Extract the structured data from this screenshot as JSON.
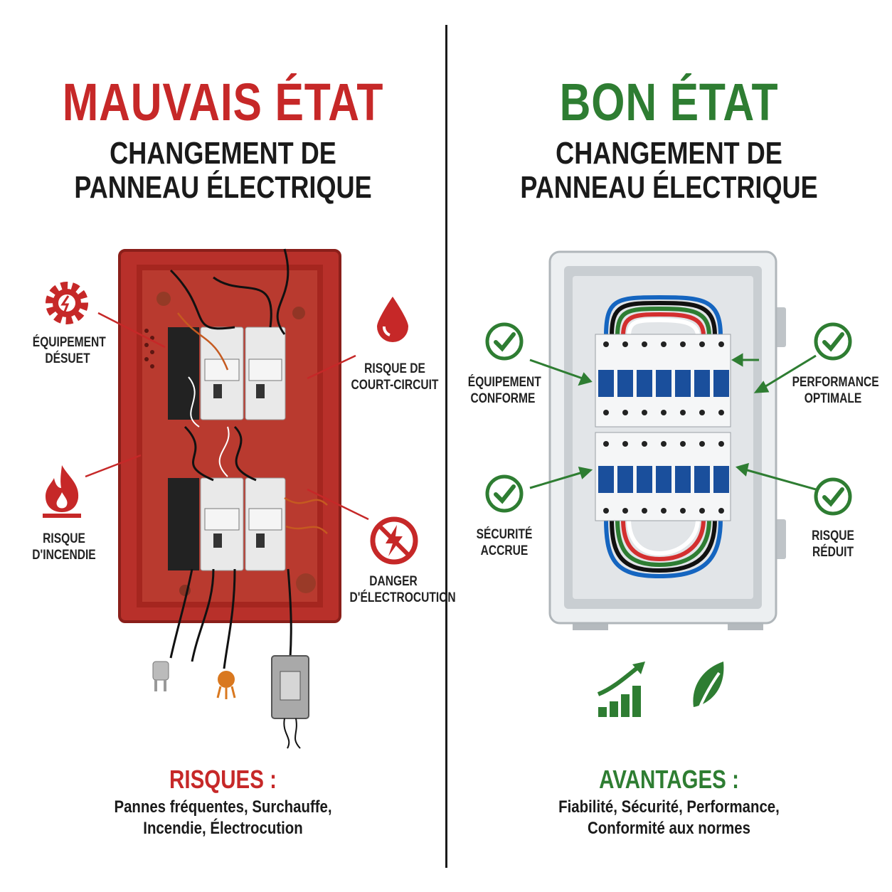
{
  "left": {
    "title": "MAUVAIS ÉTAT",
    "subtitle_line1": "CHANGEMENT DE",
    "subtitle_line2": "PANNEAU ÉLECTRIQUE",
    "callouts": [
      {
        "line1": "ÉQUIPEMENT",
        "line2": "DÉSUET",
        "icon": "gear-warning-icon"
      },
      {
        "line1": "RISQUE DE",
        "line2": "COURT-CIRCUIT",
        "icon": "drop-icon"
      },
      {
        "line1": "RISQUE",
        "line2": "D'INCENDIE",
        "icon": "fire-icon"
      },
      {
        "line1": "DANGER",
        "line2": "D'ÉLECTROCUTION",
        "icon": "no-electricity-icon"
      }
    ],
    "footer_title": "RISQUES :",
    "footer_line1": "Pannes fréquentes, Surchauffe,",
    "footer_line2": "Incendie, Électrocution"
  },
  "right": {
    "title": "BON ÉTAT",
    "subtitle_line1": "CHANGEMENT DE",
    "subtitle_line2": "PANNEAU ÉLECTRIQUE",
    "callouts": [
      {
        "line1": "ÉQUIPEMENT",
        "line2": "CONFORME",
        "icon": "check-circle-icon"
      },
      {
        "line1": "PERFORMANCE",
        "line2": "OPTIMALE",
        "icon": "check-circle-icon"
      },
      {
        "line1": "SÉCURITÉ",
        "line2": "ACCRUE",
        "icon": "check-circle-icon"
      },
      {
        "line1": "RISQUE",
        "line2": "RÉDUIT",
        "icon": "check-circle-icon"
      }
    ],
    "footer_title": "AVANTAGES :",
    "footer_line1": "Fiabilité, Sécurité, Performance,",
    "footer_line2": "Conformité aux normes"
  },
  "colors": {
    "bad": "#c62828",
    "good": "#2e7d32"
  }
}
